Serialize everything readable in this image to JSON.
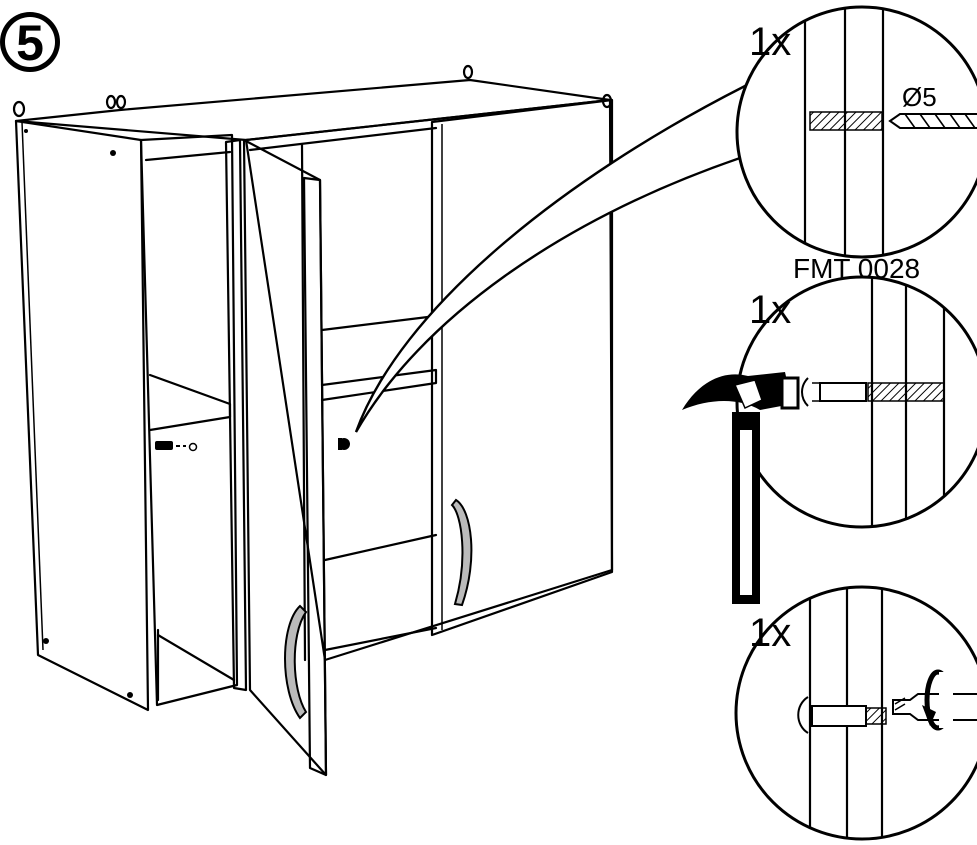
{
  "step": {
    "number": "5"
  },
  "detail_drill": {
    "quantity": "1x",
    "drill_size": "Ø5"
  },
  "detail_hammer": {
    "quantity": "1x",
    "part_code": "FMT 0028"
  },
  "detail_screw": {
    "quantity": "1x"
  },
  "colors": {
    "ink": "#000000",
    "paper": "#ffffff",
    "handle_fill": "#bbbbbb"
  },
  "icons": [
    "hammer-icon",
    "drill-bit-icon",
    "screwdriver-icon",
    "rotation-arrow-icon",
    "dowel-icon"
  ]
}
